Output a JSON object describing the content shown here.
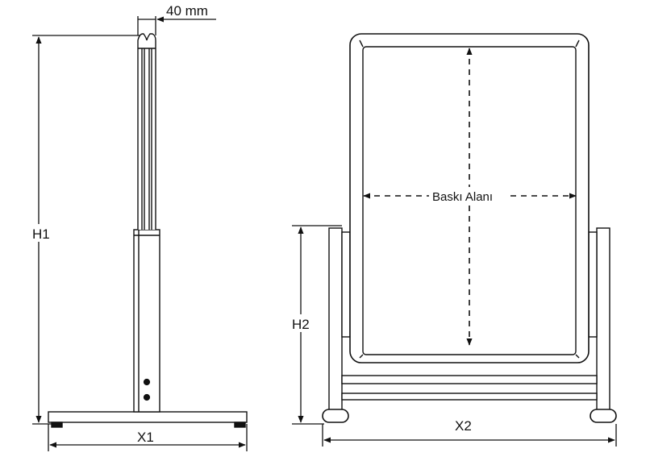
{
  "dimensions": {
    "thickness": "40 mm",
    "h1": "H1",
    "h2": "H2",
    "x1": "X1",
    "x2": "X2",
    "print_area": "Baskı Alanı"
  },
  "colors": {
    "line": "#111111",
    "background": "#ffffff"
  }
}
